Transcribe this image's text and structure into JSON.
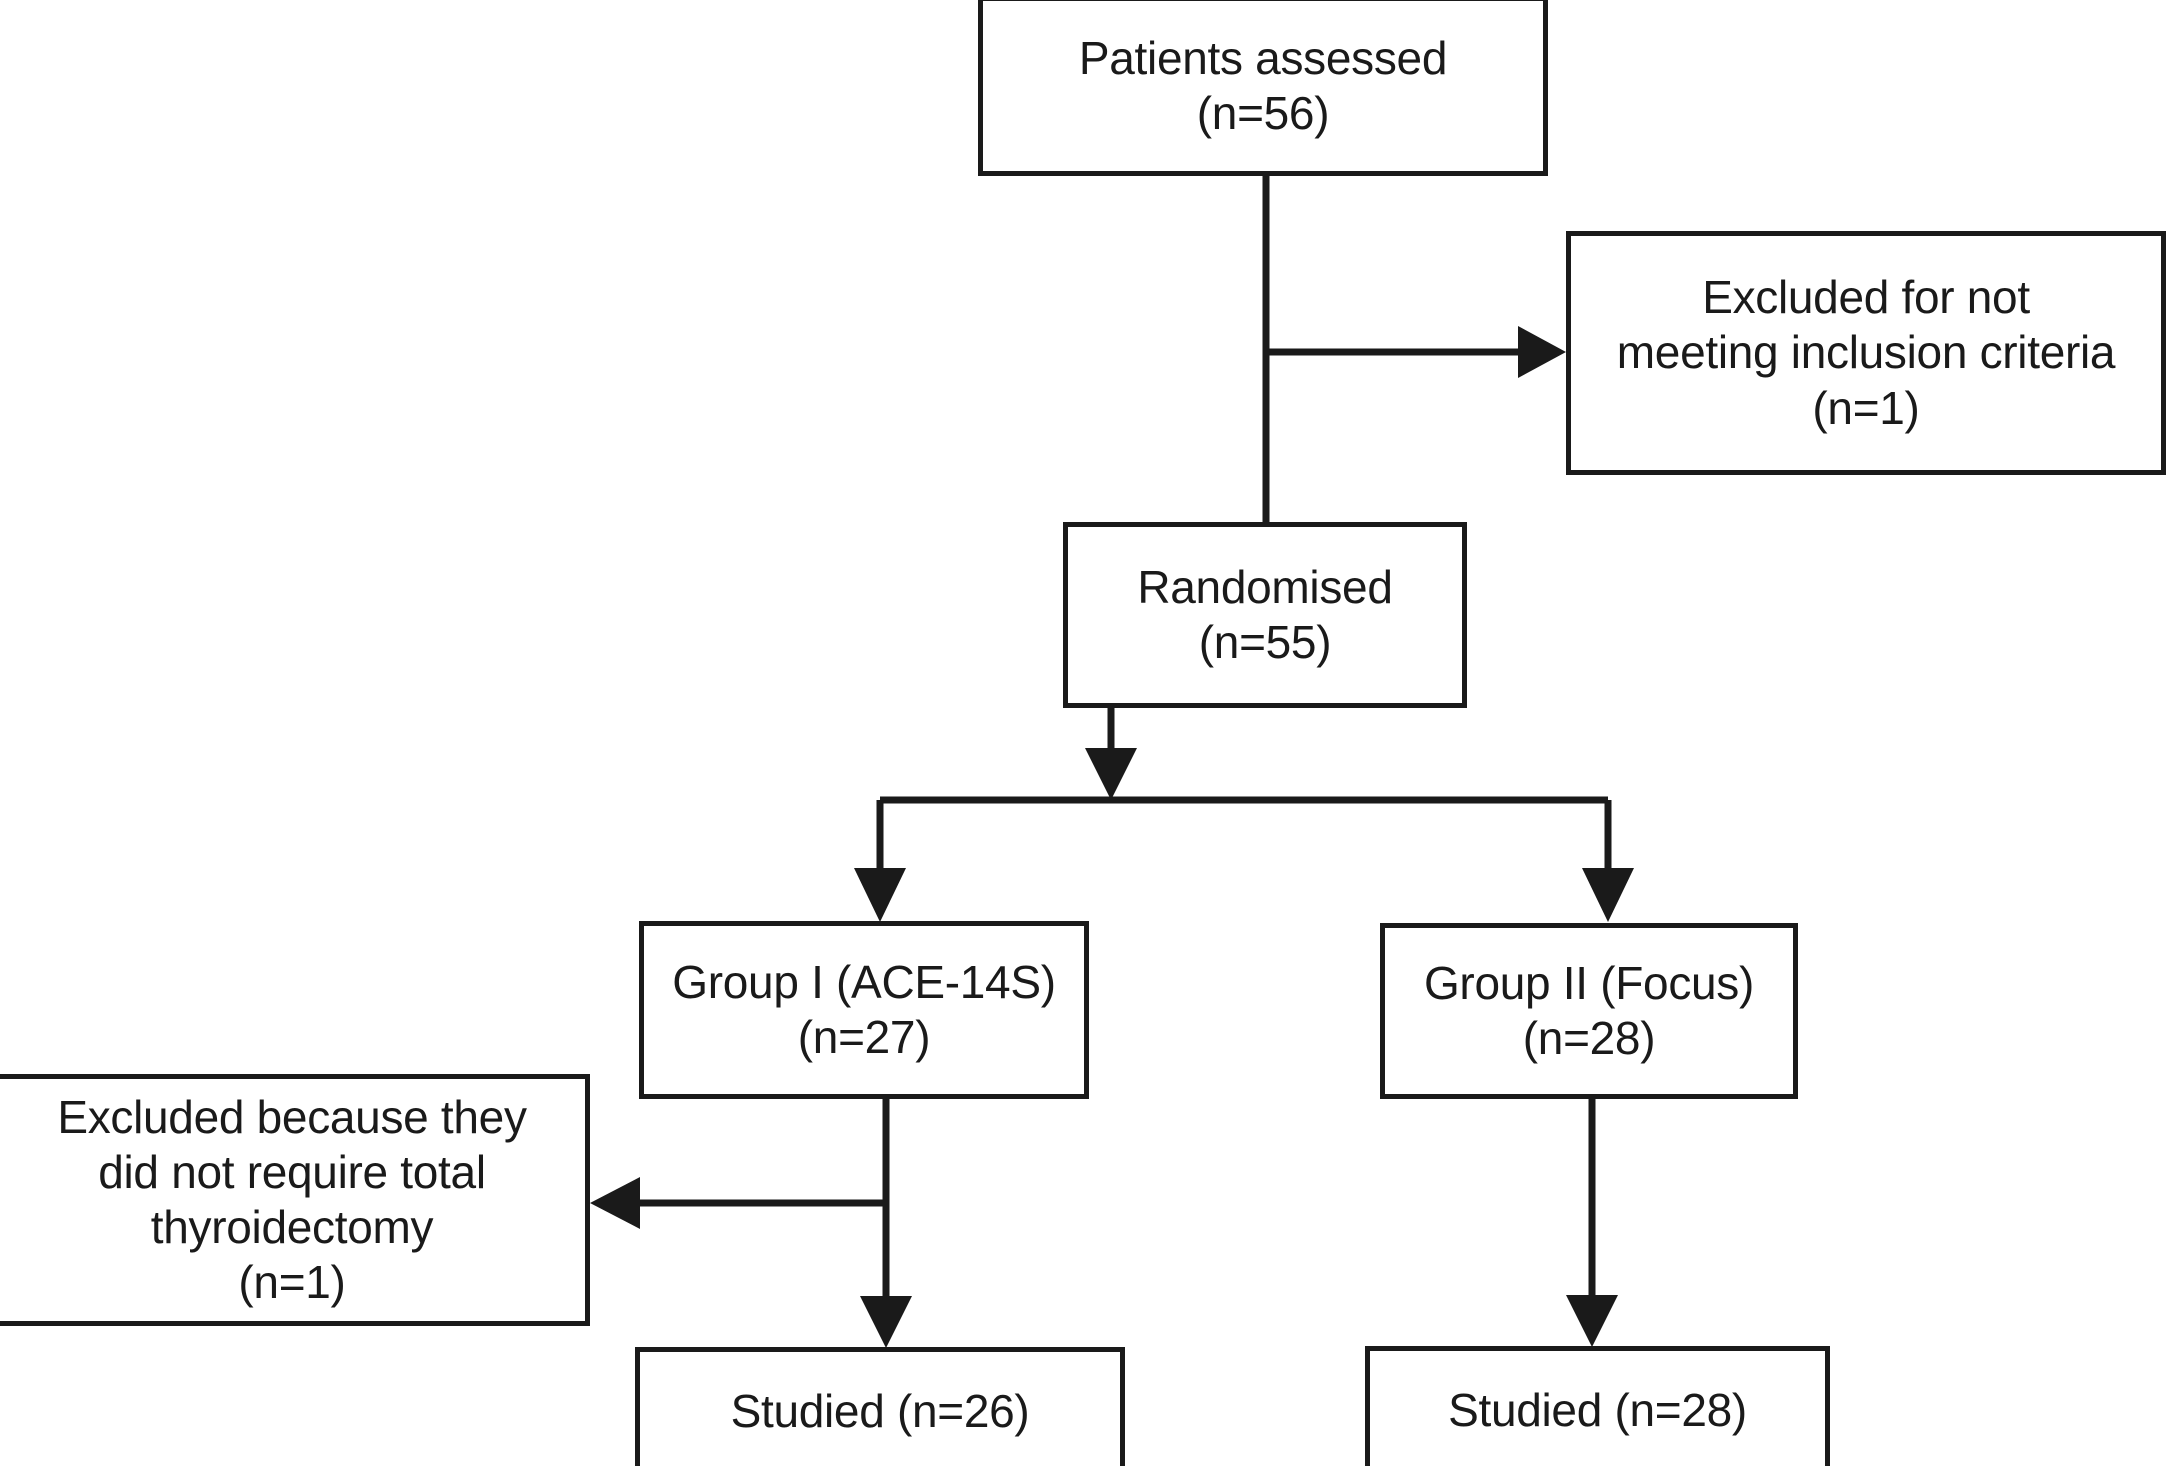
{
  "diagram": {
    "type": "flowchart",
    "title": "CONSORT participant flow diagram",
    "stroke_color": "#1a1a1a",
    "background_color": "#ffffff",
    "nodes": [
      {
        "id": "assessed",
        "label": "Patients assessed\n(n=56)",
        "line1": "Patients assessed",
        "line2": "(n=56)",
        "n": 56
      },
      {
        "id": "excluded-inclusion",
        "label": "Excluded for not\nmeeting inclusion criteria\n(n=1)",
        "line1": "Excluded for not",
        "line2": "meeting inclusion criteria",
        "line3": "(n=1)",
        "n": 1
      },
      {
        "id": "randomised",
        "label": "Randomised\n(n=55)",
        "line1": "Randomised",
        "line2": "(n=55)",
        "n": 55
      },
      {
        "id": "group-i",
        "label": "Group I (ACE-14S)\n(n=27)",
        "line1": "Group I (ACE-14S)",
        "line2": "(n=27)",
        "n": 27
      },
      {
        "id": "group-ii",
        "label": "Group II (Focus)\n(n=28)",
        "line1": "Group II (Focus)",
        "line2": "(n=28)",
        "n": 28
      },
      {
        "id": "excluded-thyroidectomy",
        "label": "Excluded because they\ndid not require total\nthyroidectomy\n(n=1)",
        "line1": "Excluded because they",
        "line2": "did not require total",
        "line3": "thyroidectomy",
        "line4": "(n=1)",
        "n": 1
      },
      {
        "id": "studied-i",
        "label": "Studied (n=26)",
        "n": 26
      },
      {
        "id": "studied-ii",
        "label": "Studied (n=28)",
        "n": 28
      }
    ],
    "edges": [
      {
        "from": "assessed",
        "to": "excluded-inclusion",
        "direction": "right"
      },
      {
        "from": "assessed",
        "to": "randomised",
        "direction": "down"
      },
      {
        "from": "randomised",
        "to": "group-i",
        "direction": "down"
      },
      {
        "from": "randomised",
        "to": "group-ii",
        "direction": "down"
      },
      {
        "from": "group-i",
        "to": "excluded-thyroidectomy",
        "direction": "left"
      },
      {
        "from": "group-i",
        "to": "studied-i",
        "direction": "down"
      },
      {
        "from": "group-ii",
        "to": "studied-ii",
        "direction": "down"
      }
    ]
  }
}
